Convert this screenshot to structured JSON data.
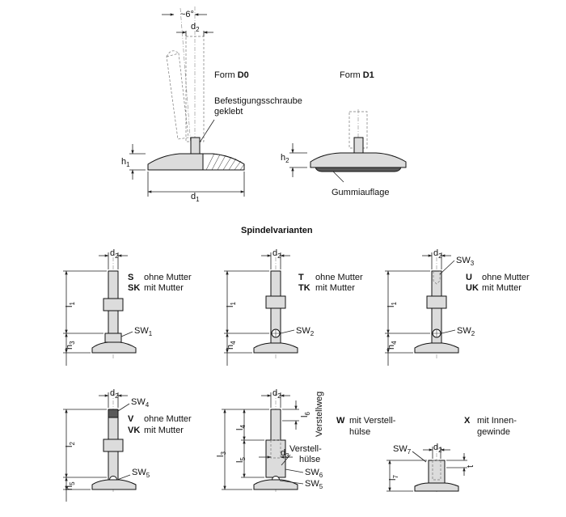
{
  "title": "Spindelvarianten",
  "forms": {
    "d0": {
      "prefix": "Form ",
      "code": "D0",
      "note1": "Befestigungsschraube",
      "note2": "geklebt"
    },
    "d1": {
      "prefix": "Form ",
      "code": "D1",
      "note": "Gummiauflage"
    }
  },
  "dims": {
    "angle": "~6°",
    "d1": "d",
    "d1_sub": "1",
    "d2": "d",
    "d2_sub": "2",
    "d3": "d",
    "d3_sub": "3",
    "h1": "h",
    "h1_sub": "1",
    "h2": "h",
    "h2_sub": "2",
    "h3": "h",
    "h3_sub": "3",
    "h4": "h",
    "h4_sub": "4",
    "h5": "h",
    "h5_sub": "5",
    "l1": "l",
    "l1_sub": "1",
    "l2": "l",
    "l2_sub": "2",
    "l3": "l",
    "l3_sub": "3",
    "l4": "l",
    "l4_sub": "4",
    "l5": "l",
    "l5_sub": "5",
    "l6": "l",
    "l6_sub": "6",
    "l7": "l",
    "l7_sub": "7",
    "t": "t",
    "sw": "SW",
    "sw1": "1",
    "sw2": "2",
    "sw3": "3",
    "sw4": "4",
    "sw5": "5",
    "sw6": "6",
    "sw7": "7",
    "verstellweg": "Verstellweg",
    "verstell1": "Verstell-",
    "verstell2": "hülse"
  },
  "variants": {
    "S": {
      "code": "S",
      "text": "ohne Mutter"
    },
    "SK": {
      "code": "SK",
      "text": "mit Mutter"
    },
    "T": {
      "code": "T",
      "text": "ohne Mutter"
    },
    "TK": {
      "code": "TK",
      "text": "mit Mutter"
    },
    "U": {
      "code": "U",
      "text": "ohne Mutter"
    },
    "UK": {
      "code": "UK",
      "text": "mit Mutter"
    },
    "V": {
      "code": "V",
      "text": "ohne Mutter"
    },
    "VK": {
      "code": "VK",
      "text": "mit Mutter"
    },
    "W": {
      "code": "W",
      "text1": "mit Verstell-",
      "text2": "hülse"
    },
    "X": {
      "code": "X",
      "text1": "mit Innen-",
      "text2": "gewinde"
    }
  }
}
